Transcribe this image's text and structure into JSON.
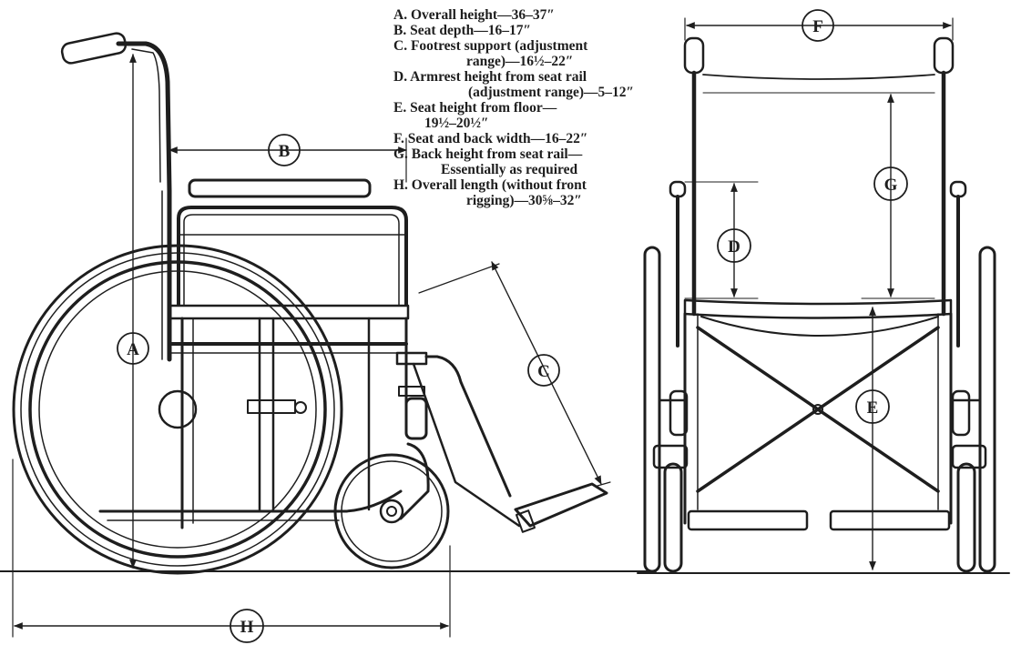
{
  "legend": {
    "items": [
      {
        "letter": "A",
        "lines": [
          "A. Overall height—36–37″"
        ]
      },
      {
        "letter": "B",
        "lines": [
          "B. Seat depth—16–17″"
        ]
      },
      {
        "letter": "C",
        "lines": [
          "C. Footrest support (adjustment",
          "range)—16½–22″"
        ]
      },
      {
        "letter": "D",
        "lines": [
          "D. Armrest height from seat rail",
          "(adjustment range)—5–12″"
        ]
      },
      {
        "letter": "E",
        "lines": [
          "E. Seat height from floor—",
          "19½–20½″"
        ]
      },
      {
        "letter": "F",
        "lines": [
          "F. Seat and back width—16–22″"
        ]
      },
      {
        "letter": "G",
        "lines": [
          "G. Back height from seat rail—",
          "Essentially as required"
        ]
      },
      {
        "letter": "H",
        "lines": [
          "H. Overall length (without front",
          "rigging)—30⅝–32″"
        ]
      }
    ]
  },
  "callouts": {
    "A": "A",
    "B": "B",
    "C": "C",
    "D": "D",
    "E": "E",
    "F": "F",
    "G": "G",
    "H": "H"
  },
  "colors": {
    "ink": "#1e1e1e",
    "paper": "#ffffff"
  }
}
